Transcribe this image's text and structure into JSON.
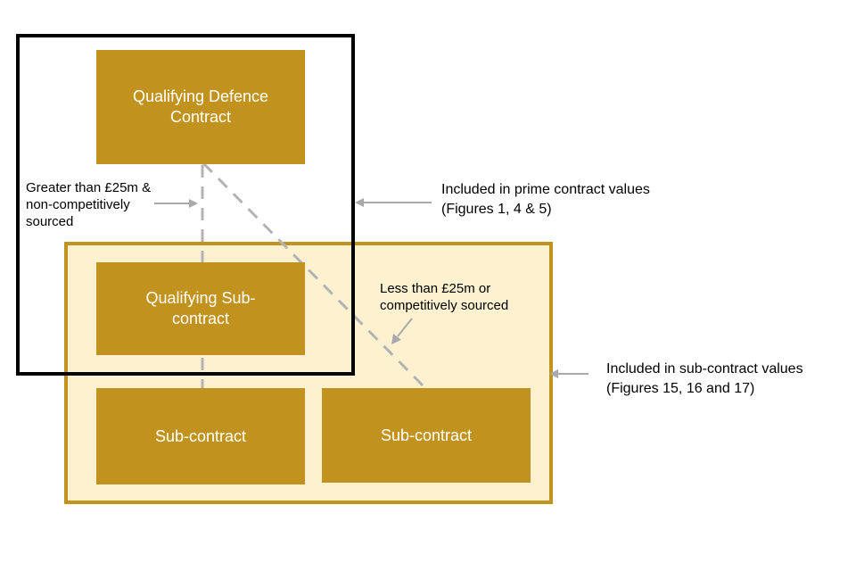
{
  "boxes": {
    "qdc": "Qualifying Defence\nContract",
    "qsc": "Qualifying Sub-\ncontract",
    "sub1": "Sub-contract",
    "sub2": "Sub-contract"
  },
  "labels": {
    "greater": "Greater than £25m &\nnon-competitively\nsourced",
    "less": "Less than £25m or\ncompetitively sourced",
    "prime": "Included in prime contract values\n(Figures 1, 4 & 5)",
    "subvals": "Included in sub-contract values\n(Figures 15, 16 and 17)"
  },
  "colors": {
    "box": "#c2921f",
    "frame_fill": "#fdf1cf",
    "arrow": "#b3b3b3",
    "frame_border": "#000000"
  }
}
